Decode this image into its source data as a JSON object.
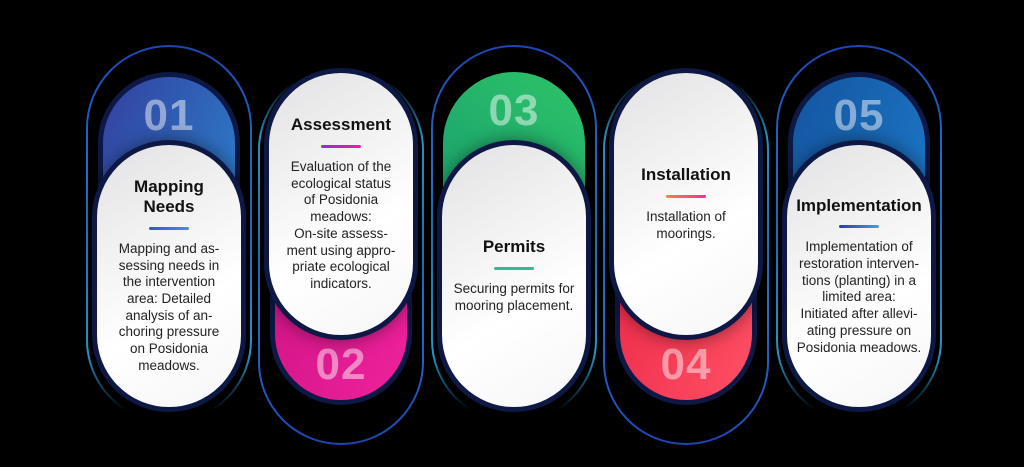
{
  "background_color": "#000000",
  "outline_colors": {
    "dark_blue": "#1e46b4",
    "mid_blue": "#2488d8",
    "cyan": "#2aa9e4"
  },
  "card_border_color": "#0d1844",
  "steps": [
    {
      "number": "01",
      "number_position": "top",
      "title": "Mapping\nNeeds",
      "description": "Mapping and as-\nsessing needs in\nthe intervention\narea: Detailed\nanalysis of an-\nchoring pressure\non Posidonia\nmeadows.",
      "capsule_colors": [
        "#33409f",
        "#2b8fd6"
      ],
      "capsule_border": true,
      "underline_colors": [
        "#3a52c4",
        "#4292ea"
      ]
    },
    {
      "number": "02",
      "number_position": "bottom",
      "title": "Assessment",
      "description": "Evaluation of the\necological status\nof Posidonia\nmeadows:\nOn-site assess-\nment using appro-\npriate ecological\nindicators.",
      "capsule_colors": [
        "#c6107f",
        "#f0229c"
      ],
      "capsule_border": true,
      "underline_colors": [
        "#8b2fd6",
        "#ef1e9c"
      ]
    },
    {
      "number": "03",
      "number_position": "top",
      "title": "Permits",
      "description": "Securing permits for\nmooring placement.",
      "capsule_colors": [
        "#0e8e71",
        "#2ec468"
      ],
      "capsule_border": false,
      "underline_colors": [
        "#2abf92",
        "#2abf92"
      ]
    },
    {
      "number": "04",
      "number_position": "bottom",
      "title": "Installation",
      "description": "Installation of\nmoorings.",
      "capsule_colors": [
        "#e82043",
        "#ff5064"
      ],
      "capsule_border": true,
      "underline_colors": [
        "#ff8040",
        "#f23090"
      ]
    },
    {
      "number": "05",
      "number_position": "top",
      "title": "Implementation",
      "description": "Implementation of\nrestoration interven-\ntions (planting) in a\nlimited area:\nInitiated after allevi-\nating pressure on\nPosidonia meadows.",
      "capsule_colors": [
        "#14549f",
        "#1e82d2"
      ],
      "capsule_border": true,
      "underline_colors": [
        "#2b3f9e",
        "#3fa0e4"
      ]
    }
  ]
}
